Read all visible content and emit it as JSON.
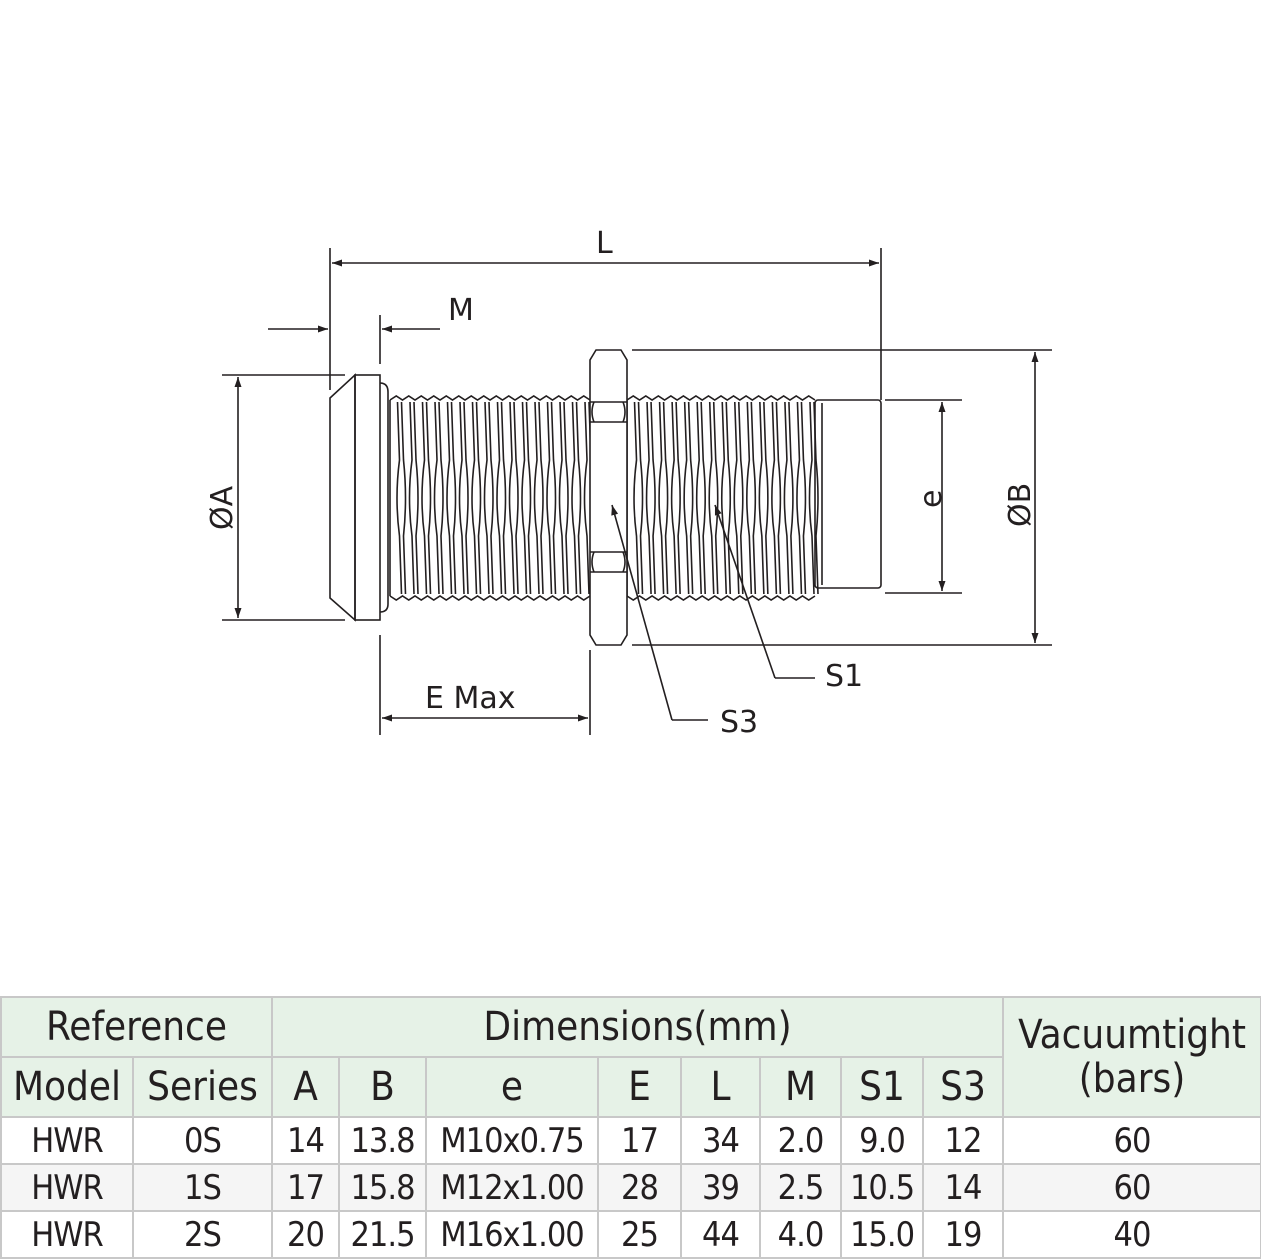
{
  "drawing": {
    "labels": {
      "L": "L",
      "M": "M",
      "A": "ØA",
      "B": "ØB",
      "e": "e",
      "E": "E Max",
      "S1": "S1",
      "S3": "S3"
    },
    "thread_count_left": 16,
    "thread_count_right": 15
  },
  "table": {
    "group_headers": {
      "reference": "Reference",
      "dimensions": "Dimensions(mm)",
      "vacuum": "Vacuumtight\n(bars)",
      "vacuum_line1": "Vacuumtight",
      "vacuum_line2": "(bars)"
    },
    "columns": [
      "Model",
      "Series",
      "A",
      "B",
      "e",
      "E",
      "L",
      "M",
      "S1",
      "S3"
    ],
    "rows": [
      [
        "HWR",
        "0S",
        "14",
        "13.8",
        "M10x0.75",
        "17",
        "34",
        "2.0",
        "9.0",
        "12",
        "60"
      ],
      [
        "HWR",
        "1S",
        "17",
        "15.8",
        "M12x1.00",
        "28",
        "39",
        "2.5",
        "10.5",
        "14",
        "60"
      ],
      [
        "HWR",
        "2S",
        "20",
        "21.5",
        "M16x1.00",
        "25",
        "44",
        "4.0",
        "15.0",
        "19",
        "40"
      ]
    ]
  },
  "colors": {
    "header_bg": "#e6f2e7",
    "border": "#c8c8c8",
    "line": "#231f20"
  }
}
